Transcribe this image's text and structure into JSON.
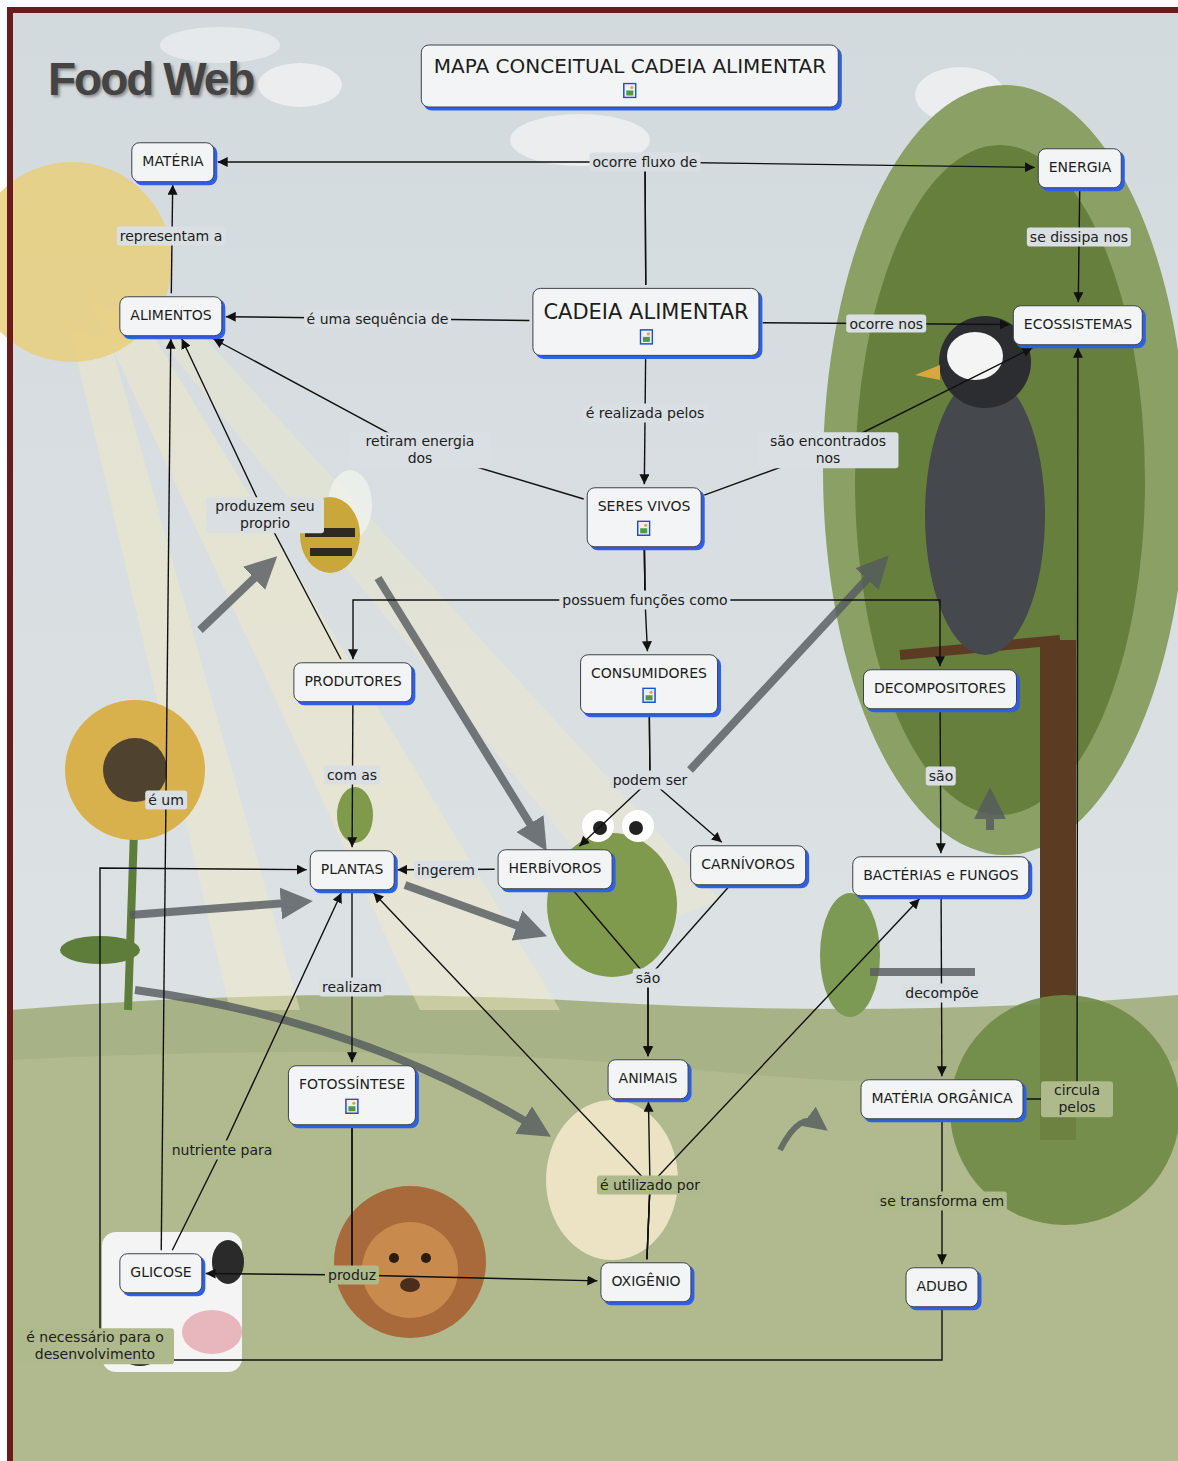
{
  "diagram": {
    "title": "MAPA CONCEITUAL CADEIA ALIMENTAR",
    "nodes": [
      {
        "text": [
          "MATÉRIA"
        ]
      },
      {
        "text": [
          "ENERGIA"
        ]
      },
      {
        "text": [
          "ALIMENTOS"
        ]
      },
      {
        "text": [
          "CADEIA ALIMENTAR"
        ]
      },
      {
        "text": [
          "ECOSSISTEMAS"
        ]
      },
      {
        "text": [
          "SERES VIVOS"
        ]
      },
      {
        "text": [
          "PRODUTORES"
        ]
      },
      {
        "text": [
          "CONSUMIDORES"
        ]
      },
      {
        "text": [
          "DECOMPOSITORES"
        ]
      },
      {
        "text": [
          "PLANTAS"
        ]
      },
      {
        "text": [
          "HERBÍVOROS"
        ]
      },
      {
        "text": [
          "CARNÍVOROS"
        ]
      },
      {
        "text": [
          "BACTÉRIAS e FUNGOS"
        ]
      },
      {
        "text": [
          "FOTOSSÍNTESE"
        ]
      },
      {
        "text": [
          "ANIMAIS"
        ]
      },
      {
        "text": [
          "MATÉRIA ORGÂNICA"
        ]
      },
      {
        "text": [
          "GLICOSE"
        ]
      },
      {
        "text": [
          "OXIGÊNIO"
        ]
      },
      {
        "text": [
          "ADUBO"
        ]
      }
    ],
    "edges": [
      {
        "from": 3,
        "to": 0,
        "label": "ocorre fluxo de",
        "arrow": "to"
      },
      {
        "from": 3,
        "to": 1,
        "arrow": "to"
      },
      {
        "from": 3,
        "to": 2,
        "label": "é uma sequência de",
        "arrow": "to"
      },
      {
        "from": 3,
        "to": 4,
        "label": "ocorre nos",
        "arrow": "to"
      },
      {
        "from": 1,
        "to": 4,
        "label": "se dissipa nos",
        "arrow": "to"
      },
      {
        "from": 2,
        "to": 0,
        "label": "representam a",
        "arrow": "to"
      },
      {
        "from": 3,
        "to": 5,
        "label": "é realizada pelos",
        "arrow": "to"
      },
      {
        "from": 5,
        "to": 2,
        "label": "retiram energia dos",
        "arrow": "to"
      },
      {
        "from": 5,
        "to": 4,
        "label": "são encontrados nos",
        "arrow": "to"
      },
      {
        "from": 5,
        "to": 6,
        "label": "possuem funções como",
        "arrow": "to"
      },
      {
        "from": 5,
        "to": 7,
        "arrow": "to"
      },
      {
        "from": 5,
        "to": 8,
        "arrow": "to"
      },
      {
        "from": 6,
        "to": 2,
        "label": "produzem seu proprio",
        "arrow": "to"
      },
      {
        "from": 6,
        "to": 9,
        "label": "com as",
        "arrow": "to"
      },
      {
        "from": 7,
        "to": 10,
        "label": "podem ser",
        "arrow": "to"
      },
      {
        "from": 7,
        "to": 11,
        "arrow": "to"
      },
      {
        "from": 10,
        "to": 9,
        "label": "ingerem",
        "arrow": "to"
      },
      {
        "from": 10,
        "to": 14,
        "label": "são",
        "arrow": "to"
      },
      {
        "from": 11,
        "to": 14,
        "arrow": "to"
      },
      {
        "from": 8,
        "to": 12,
        "label": "são",
        "arrow": "to"
      },
      {
        "from": 12,
        "to": 15,
        "label": "decompõe",
        "arrow": "to"
      },
      {
        "from": 15,
        "to": 4,
        "label": "circula pelos",
        "arrow": "to"
      },
      {
        "from": 15,
        "to": 18,
        "label": "se transforma em",
        "arrow": "to"
      },
      {
        "from": 9,
        "to": 13,
        "label": "realizam",
        "arrow": "to"
      },
      {
        "from": 13,
        "to": 16,
        "label": "produz",
        "arrow": "to"
      },
      {
        "from": 13,
        "to": 17,
        "arrow": "to"
      },
      {
        "from": 16,
        "to": 2,
        "label": "é um",
        "arrow": "to"
      },
      {
        "from": 16,
        "to": 9,
        "label": "nutriente para",
        "arrow": "to"
      },
      {
        "from": 17,
        "to": 9,
        "label": "é utilizado por",
        "arrow": "to"
      },
      {
        "from": 17,
        "to": 14,
        "arrow": "to"
      },
      {
        "from": 17,
        "to": 12,
        "arrow": "to"
      },
      {
        "from": 18,
        "to": 9,
        "label": "é necessário para o desenvolvimento",
        "arrow": "to"
      }
    ],
    "labels": [
      "Food Web"
    ]
  }
}
